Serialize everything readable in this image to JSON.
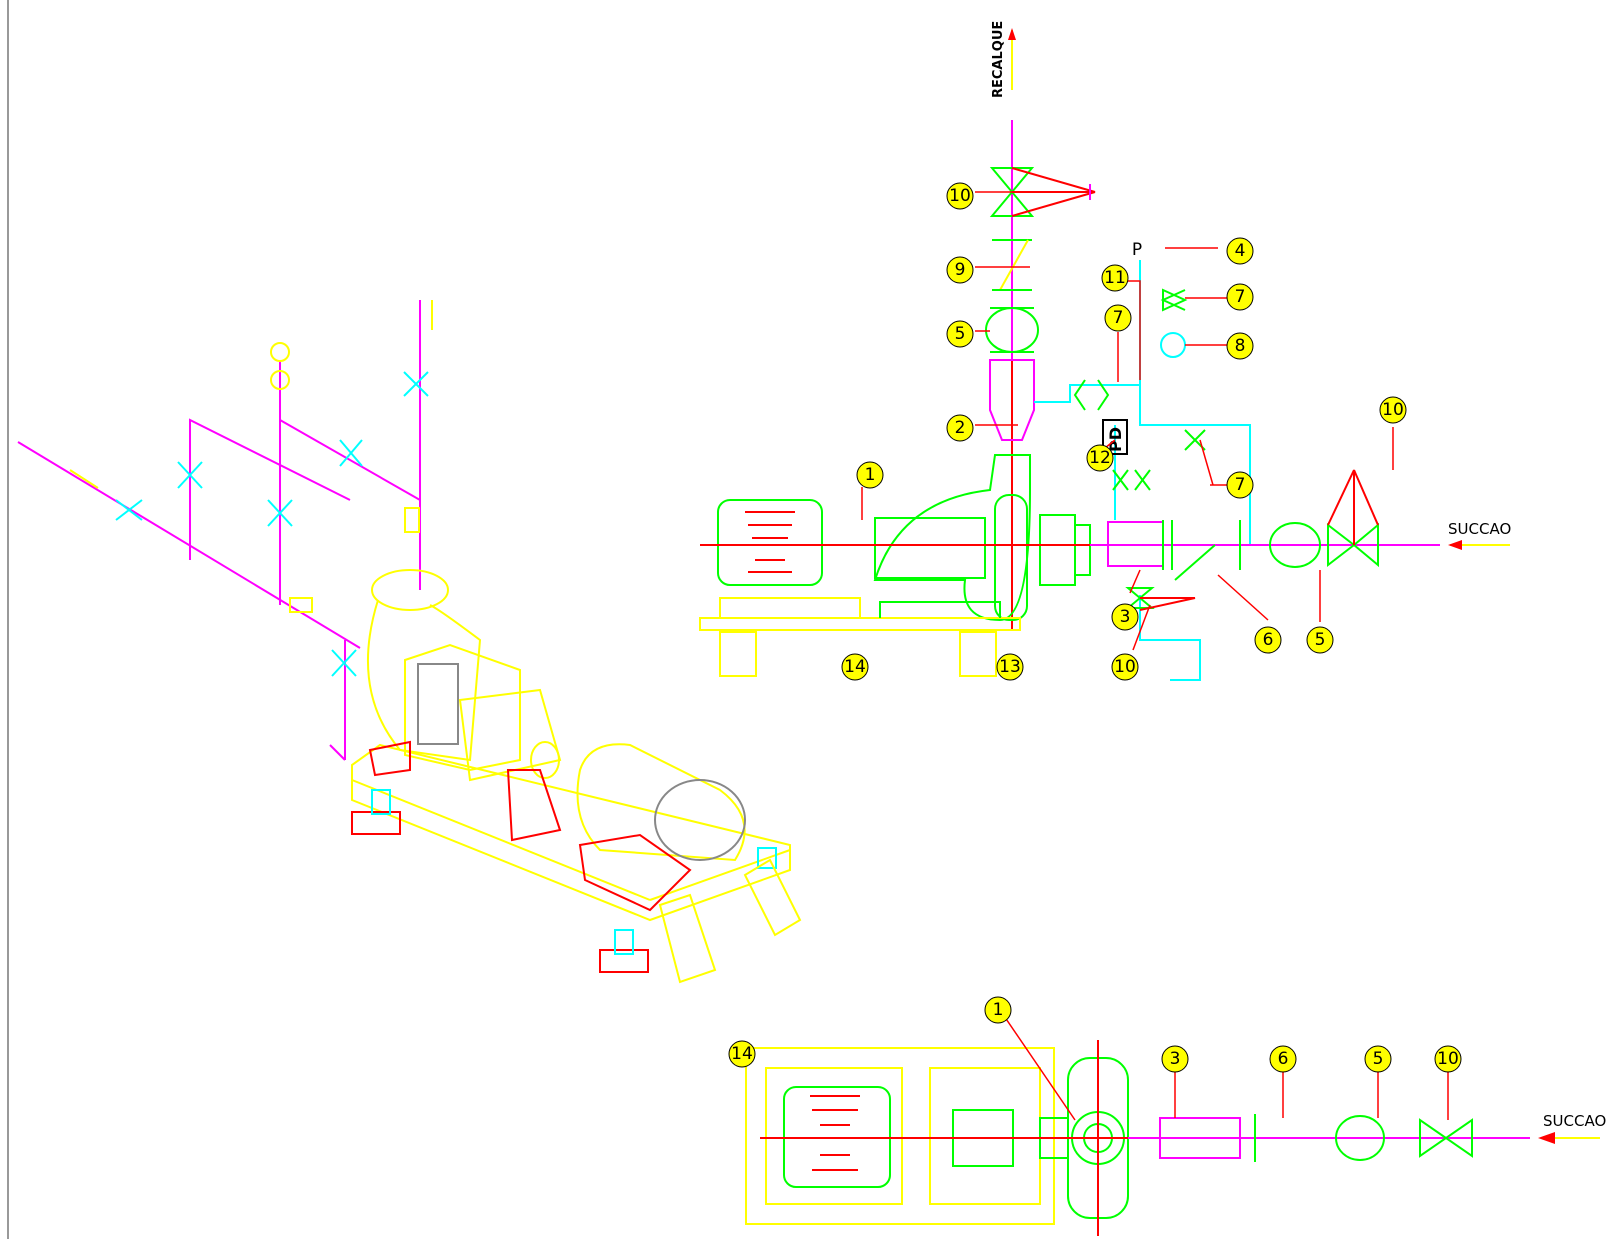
{
  "labels": {
    "recalque": "RECALQUE",
    "succao_elevation": "SUCCAO",
    "succao_plan": "SUCCAO",
    "pd": "PD",
    "p": "P"
  },
  "balloons": {
    "e10_top": "10",
    "e9": "9",
    "e5_top": "5",
    "e2": "2",
    "e1": "1",
    "e4": "4",
    "e7_a": "7",
    "e11": "11",
    "e7_b": "7",
    "e8": "8",
    "e12": "12",
    "e7_c": "7",
    "e10_right": "10",
    "e3": "3",
    "e6": "6",
    "e5_low": "5",
    "e10_low": "10",
    "e14": "14",
    "e13": "13",
    "p1": "1",
    "p14": "14",
    "p3": "3",
    "p6": "6",
    "p5": "5",
    "p10": "10"
  },
  "colors": {
    "background": "#ffffff",
    "pipe": "#ff00ff",
    "equipment": "#00ff00",
    "leader": "#ff0000",
    "isometric": "#ffff00",
    "instrument_line": "#00ffff",
    "balloon_fill": "#ffff00",
    "text": "#000000"
  }
}
